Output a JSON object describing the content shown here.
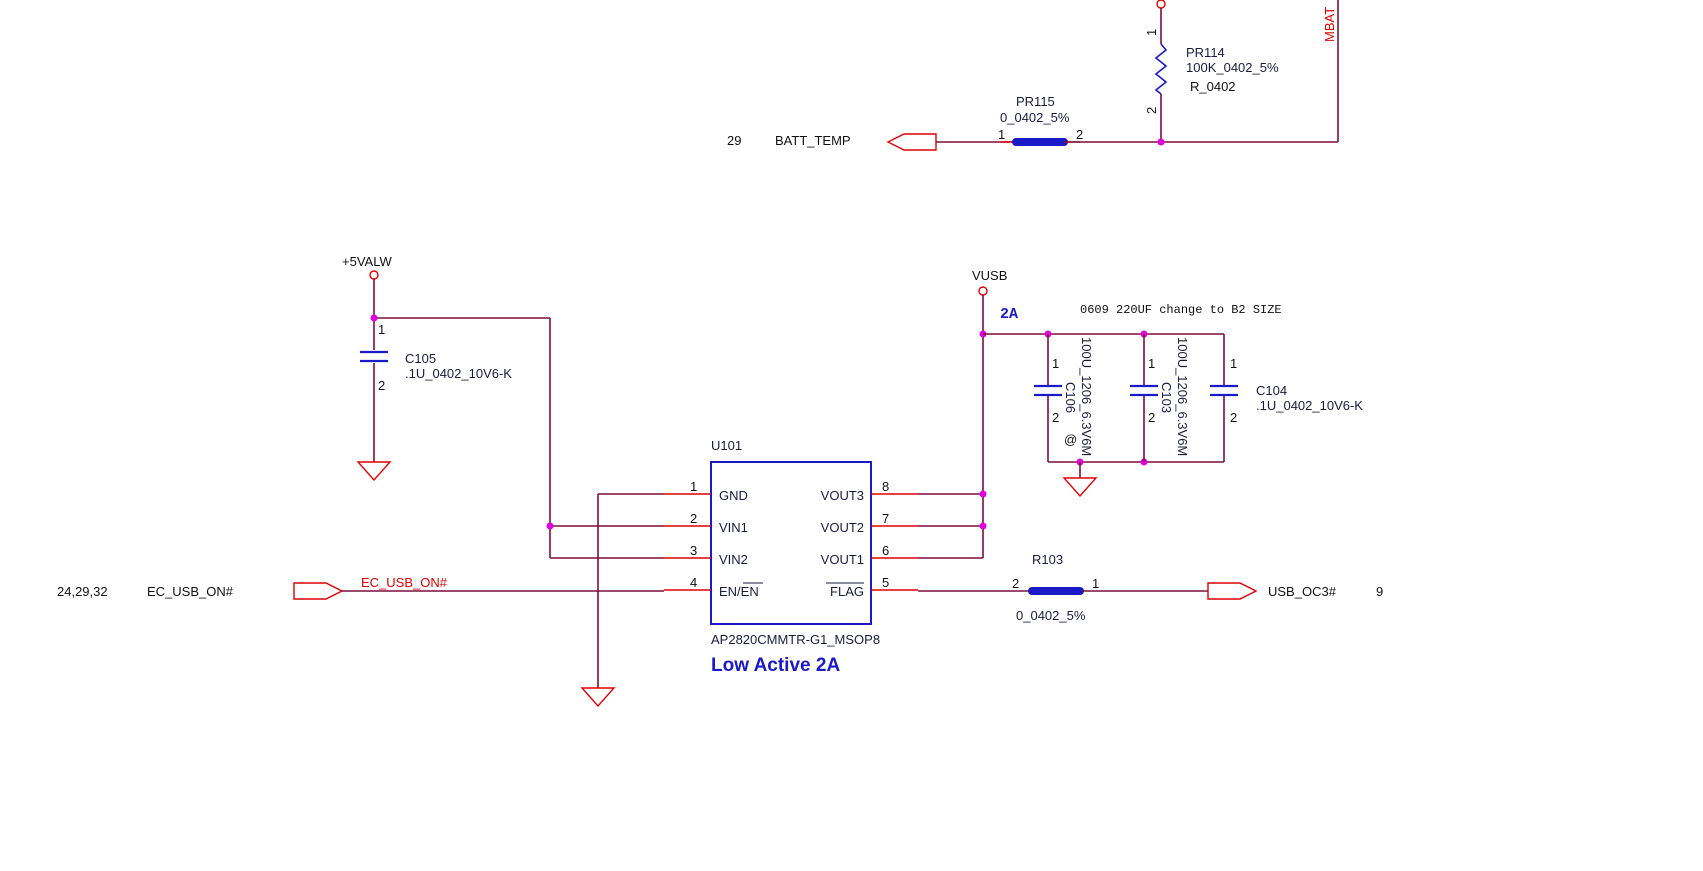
{
  "batt": {
    "net_page": "29",
    "net_label": "BATT_TEMP",
    "pr115": {
      "ref": "PR115",
      "value": "0_0402_5%",
      "pin1": "1",
      "pin2": "2"
    },
    "pr114": {
      "ref": "PR114",
      "value": "100K_0402_5%",
      "footprint": "R_0402",
      "pin1": "1",
      "pin2": "2"
    },
    "mbat_label": "MBAT"
  },
  "power": {
    "rail_5valw": "+5VALW",
    "rail_vusb": "VUSB",
    "current_note": "2A",
    "change_note": "0609 220UF change to B2 SIZE"
  },
  "caps": {
    "c105": {
      "ref": "C105",
      "value": ".1U_0402_10V6-K",
      "pin1": "1",
      "pin2": "2"
    },
    "c106": {
      "ref": "C106",
      "value": "100U_1206_6.3V6M",
      "pin1": "1",
      "pin2": "2",
      "mark": "@"
    },
    "c103": {
      "ref": "C103",
      "value": "100U_1206_6.3V6M",
      "pin1": "1",
      "pin2": "2"
    },
    "c104": {
      "ref": "C104",
      "value": ".1U_0402_10V6-K",
      "pin1": "1",
      "pin2": "2"
    }
  },
  "ic": {
    "ref": "U101",
    "part": "AP2820CMMTR-G1_MSOP8",
    "note": "Low Active 2A",
    "left_pins": [
      {
        "num": "1",
        "name": "GND"
      },
      {
        "num": "2",
        "name": "VIN1"
      },
      {
        "num": "3",
        "name": "VIN2"
      },
      {
        "num": "4",
        "name": "EN/EN"
      }
    ],
    "right_pins": [
      {
        "num": "8",
        "name": "VOUT3"
      },
      {
        "num": "7",
        "name": "VOUT2"
      },
      {
        "num": "6",
        "name": "VOUT1"
      },
      {
        "num": "5",
        "name": "FLAG"
      }
    ]
  },
  "ec": {
    "pages": "24,29,32",
    "net_label": "EC_USB_ON#",
    "wire_label": "EC_USB_ON#"
  },
  "flag": {
    "r103": {
      "ref": "R103",
      "value": "0_0402_5%",
      "pin1": "1",
      "pin2": "2"
    },
    "net_label": "USB_OC3#",
    "net_page": "9"
  },
  "colors": {
    "wire": "#7a0f3c",
    "pin": "#e00000",
    "component": "#1a1ac8",
    "junction": "#e000e0",
    "text": "#1a1a40"
  }
}
